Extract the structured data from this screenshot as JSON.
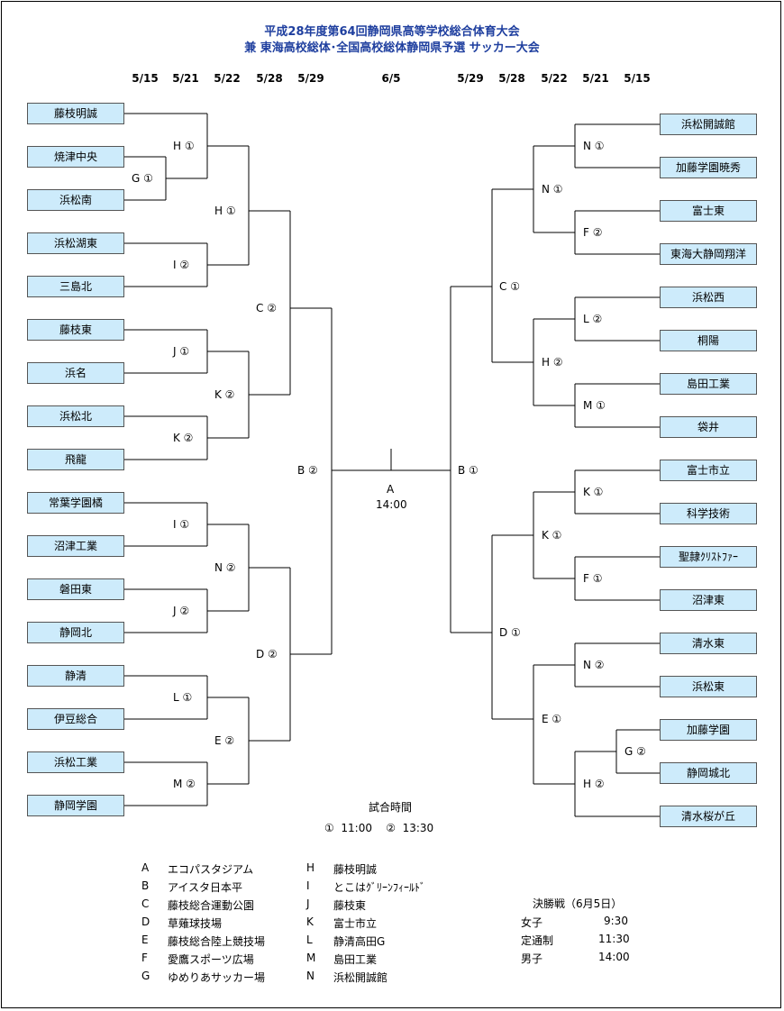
{
  "title": {
    "line1": "平成28年度第64回静岡県高等学校総合体育大会",
    "line2": "兼 東海高校総体･全国高校総体静岡県予選 サッカー大会"
  },
  "dates": {
    "left": [
      "5/15",
      "5/21",
      "5/22",
      "5/28",
      "5/29"
    ],
    "center": "6/5",
    "right": [
      "5/29",
      "5/28",
      "5/22",
      "5/21",
      "5/15"
    ]
  },
  "teams": {
    "left": [
      "藤枝明誠",
      "焼津中央",
      "浜松南",
      "浜松湖東",
      "三島北",
      "藤枝東",
      "浜名",
      "浜松北",
      "飛龍",
      "常葉学園橘",
      "沼津工業",
      "磐田東",
      "静岡北",
      "静清",
      "伊豆総合",
      "浜松工業",
      "静岡学園"
    ],
    "right": [
      "浜松開誠館",
      "加藤学園暁秀",
      "富士東",
      "東海大静岡翔洋",
      "浜松西",
      "桐陽",
      "島田工業",
      "袋井",
      "富士市立",
      "科学技術",
      "聖隷ｸﾘｽﾄﾌｧｰ",
      "沼津東",
      "清水東",
      "浜松東",
      "加藤学園",
      "静岡城北",
      "清水桜が丘"
    ]
  },
  "venues_left": {
    "G1": "G ①",
    "H1a": "H ①",
    "I2a": "I ②",
    "J1": "J ①",
    "K2a": "K ②",
    "I1": "I ①",
    "J2": "J ②",
    "L1": "L ①",
    "M2": "M ②",
    "H1b": "H ①",
    "K2b": "K ②",
    "N2": "N ②",
    "E2": "E ②",
    "C2": "C ②",
    "D2": "D ②",
    "B2": "B ②"
  },
  "venues_right": {
    "N1a": "N ①",
    "F2": "F ②",
    "L2": "L ②",
    "M1": "M ①",
    "K1a": "K ①",
    "F1": "F ①",
    "N2": "N ②",
    "G2": "G ②",
    "H2b": "H ②",
    "N1b": "N ①",
    "H2a": "H ②",
    "K1b": "K ①",
    "E1": "E ①",
    "C1": "C ①",
    "D1": "D ①",
    "B1": "B ①"
  },
  "final": {
    "venue": "A",
    "time": "14:00"
  },
  "match_times": {
    "title": "試合時間",
    "line": "①  11:00    ②  13:30"
  },
  "legend": [
    {
      "code": "A",
      "name": "エコパスタジアム"
    },
    {
      "code": "B",
      "name": "アイスタ日本平"
    },
    {
      "code": "C",
      "name": "藤枝総合運動公園"
    },
    {
      "code": "D",
      "name": "草薙球技場"
    },
    {
      "code": "E",
      "name": "藤枝総合陸上競技場"
    },
    {
      "code": "F",
      "name": "愛鷹スポーツ広場"
    },
    {
      "code": "G",
      "name": "ゆめりあサッカー場"
    },
    {
      "code": "H",
      "name": "藤枝明誠"
    },
    {
      "code": "I",
      "name": "とこはｸﾞﾘｰﾝﾌｨｰﾙﾄﾞ"
    },
    {
      "code": "J",
      "name": "藤枝東"
    },
    {
      "code": "K",
      "name": "富士市立"
    },
    {
      "code": "L",
      "name": "静清高田G"
    },
    {
      "code": "M",
      "name": "島田工業"
    },
    {
      "code": "N",
      "name": "浜松開誠館"
    }
  ],
  "finals_schedule": {
    "title": "決勝戦（6月5日）",
    "rows": [
      {
        "label": "女子",
        "time": "9:30"
      },
      {
        "label": "定通制",
        "time": "11:30"
      },
      {
        "label": "男子",
        "time": "14:00"
      }
    ]
  },
  "colors": {
    "title": "#1f3f9f",
    "team_fill": "#cdebfb",
    "line": "#000000"
  }
}
